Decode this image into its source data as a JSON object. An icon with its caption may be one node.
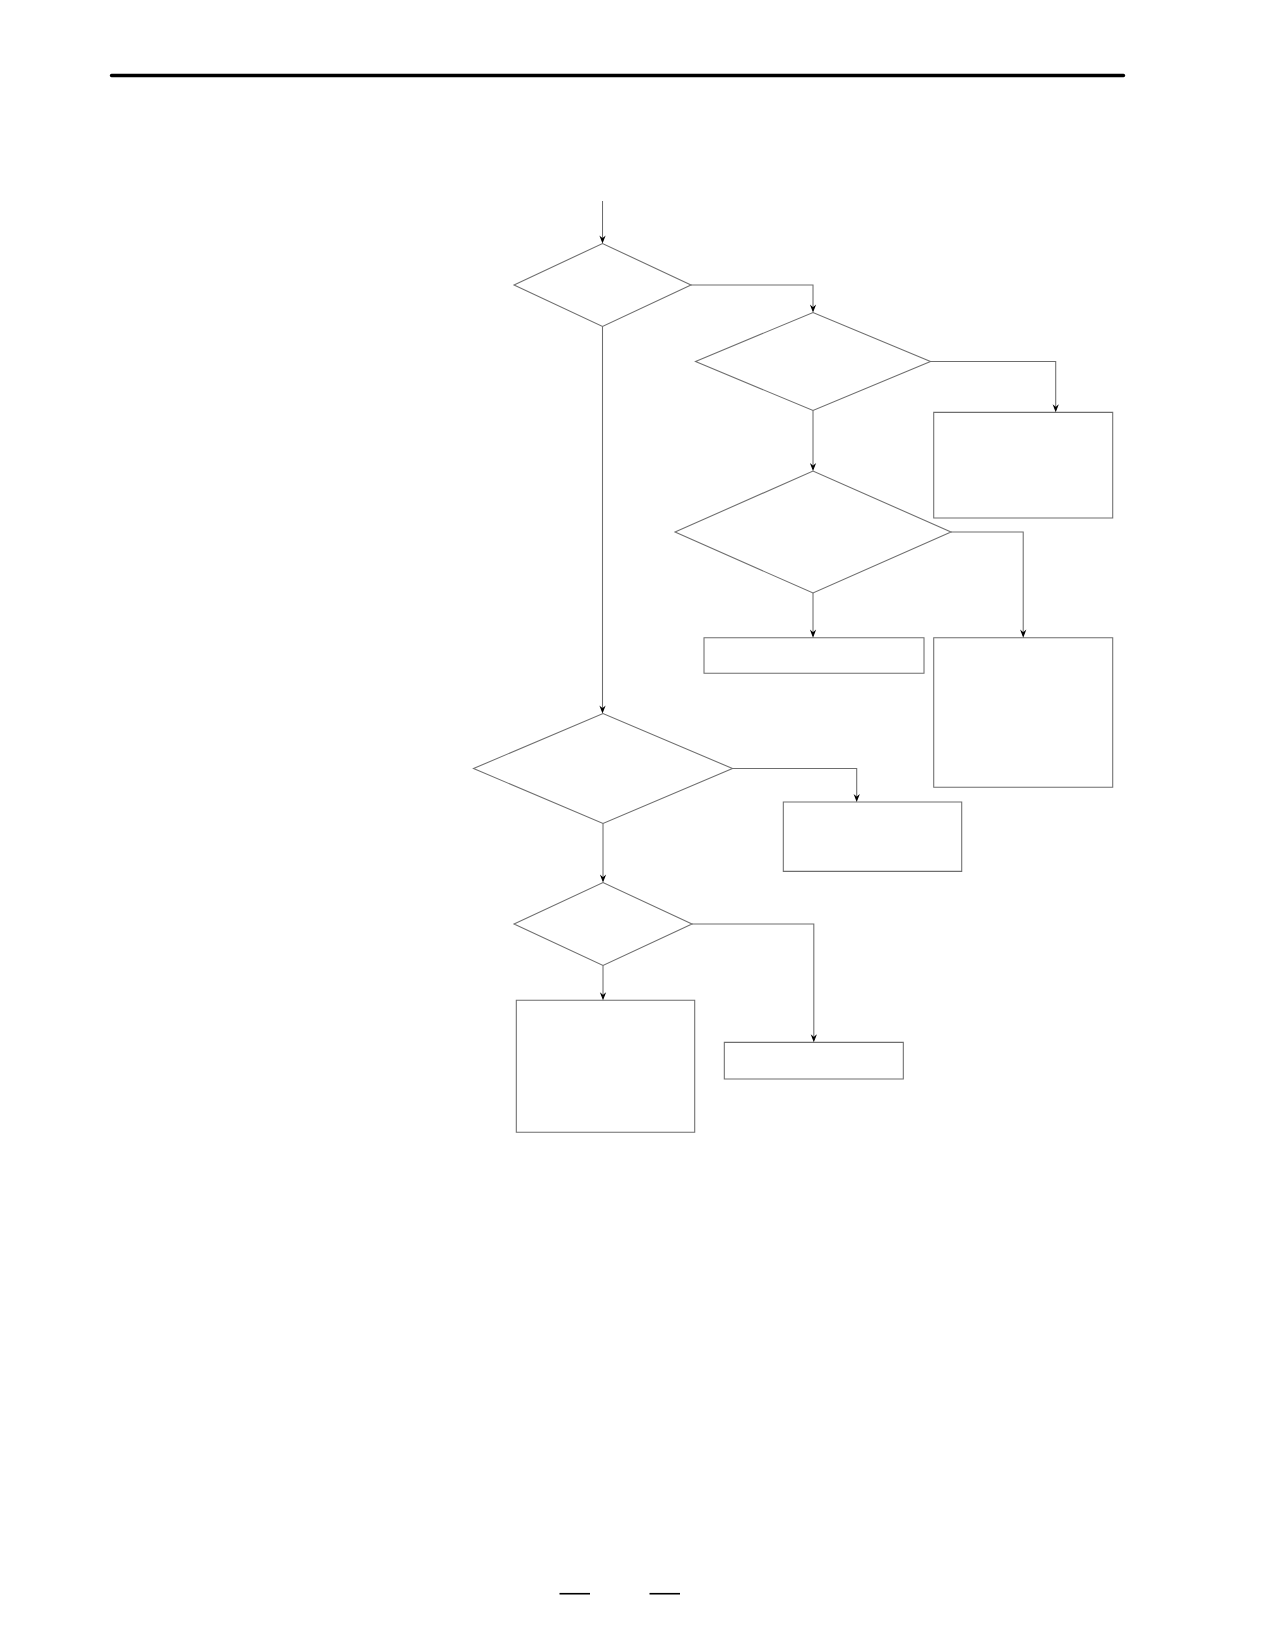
{
  "diagram": {
    "nodes": [
      {
        "text": [],
        "shape": "diamond"
      },
      {
        "text": [],
        "shape": "diamond"
      },
      {
        "text": [],
        "shape": "box"
      },
      {
        "text": [],
        "shape": "diamond"
      },
      {
        "text": [],
        "shape": "box"
      },
      {
        "text": [],
        "shape": "box"
      },
      {
        "text": [],
        "shape": "diamond"
      },
      {
        "text": [],
        "shape": "box"
      },
      {
        "text": [],
        "shape": "diamond"
      },
      {
        "text": [],
        "shape": "box"
      },
      {
        "text": [],
        "shape": "box"
      }
    ],
    "edges": [
      {
        "from": null,
        "to": 0,
        "arrow": "to"
      },
      {
        "from": 0,
        "to": 1,
        "arrow": "to"
      },
      {
        "from": 1,
        "to": 2,
        "arrow": "to"
      },
      {
        "from": 1,
        "to": 3,
        "arrow": "to"
      },
      {
        "from": 3,
        "to": 4,
        "arrow": "to"
      },
      {
        "from": 3,
        "to": 5,
        "arrow": "to"
      },
      {
        "from": 0,
        "to": 6,
        "arrow": "to"
      },
      {
        "from": 6,
        "to": 7,
        "arrow": "to"
      },
      {
        "from": 6,
        "to": 8,
        "arrow": "to"
      },
      {
        "from": 8,
        "to": 9,
        "arrow": "to"
      },
      {
        "from": 8,
        "to": 10,
        "arrow": "to"
      }
    ]
  }
}
